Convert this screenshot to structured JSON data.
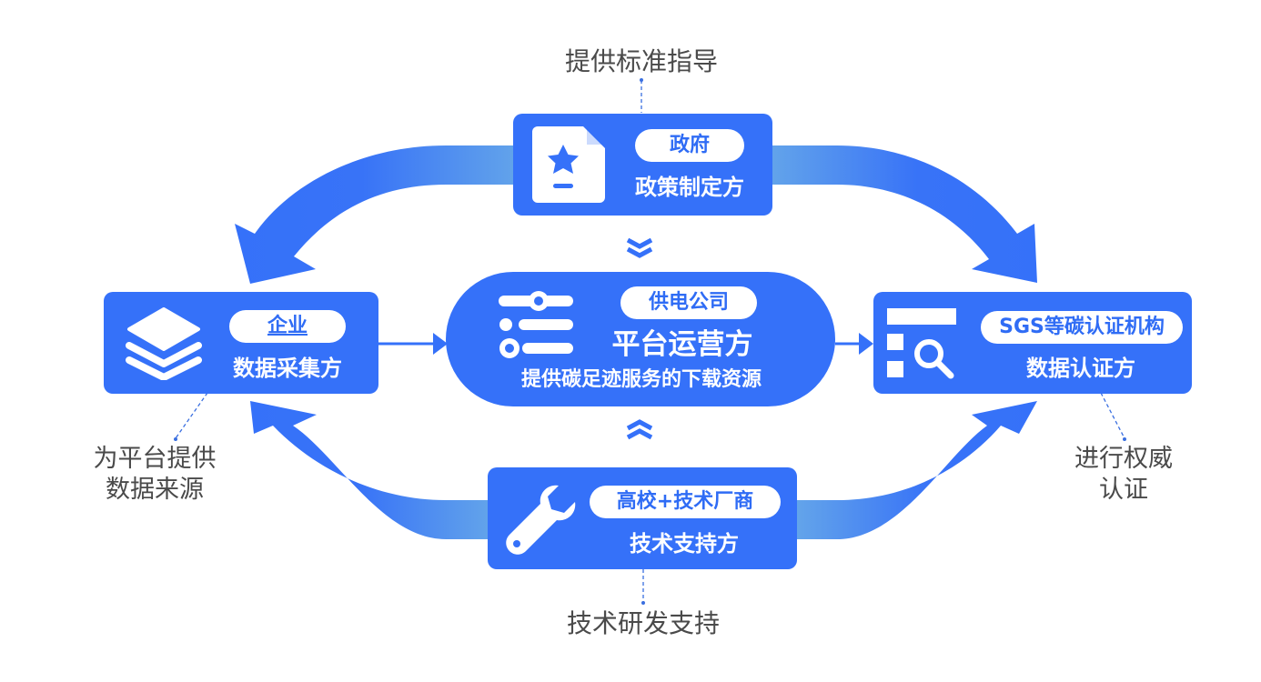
{
  "colors": {
    "primary": "#3571f9",
    "arrow_light": "#63a4ea",
    "text_dark": "#4a4a4a",
    "dash": "#3a6fe0"
  },
  "government": {
    "tag": "政府",
    "role": "政策制定方",
    "note": "提供标准指导",
    "icon": "star-document-icon"
  },
  "enterprise": {
    "tag": "企业",
    "role": "数据采集方",
    "note_lines": [
      "为平台提供",
      "数据来源"
    ],
    "icon": "layers-icon"
  },
  "platform": {
    "tag": "供电公司",
    "role": "平台运营方",
    "desc": "提供碳足迹服务的下载资源",
    "icon": "sliders-icon"
  },
  "certifier": {
    "tag": "SGS等碳认证机构",
    "role": "数据认证方",
    "note_lines": [
      "进行权威",
      "认证"
    ],
    "icon": "search-list-icon"
  },
  "tech": {
    "tag": "高校+技术厂商",
    "role": "技术支持方",
    "note": "技术研发支持",
    "icon": "wrench-icon"
  },
  "flows": [
    {
      "from": "government",
      "to": "enterprise"
    },
    {
      "from": "government",
      "to": "certifier"
    },
    {
      "from": "tech",
      "to": "enterprise"
    },
    {
      "from": "tech",
      "to": "certifier"
    },
    {
      "from": "enterprise",
      "to": "platform"
    },
    {
      "from": "platform",
      "to": "certifier"
    },
    {
      "from": "government",
      "to": "platform"
    },
    {
      "from": "tech",
      "to": "platform"
    }
  ]
}
